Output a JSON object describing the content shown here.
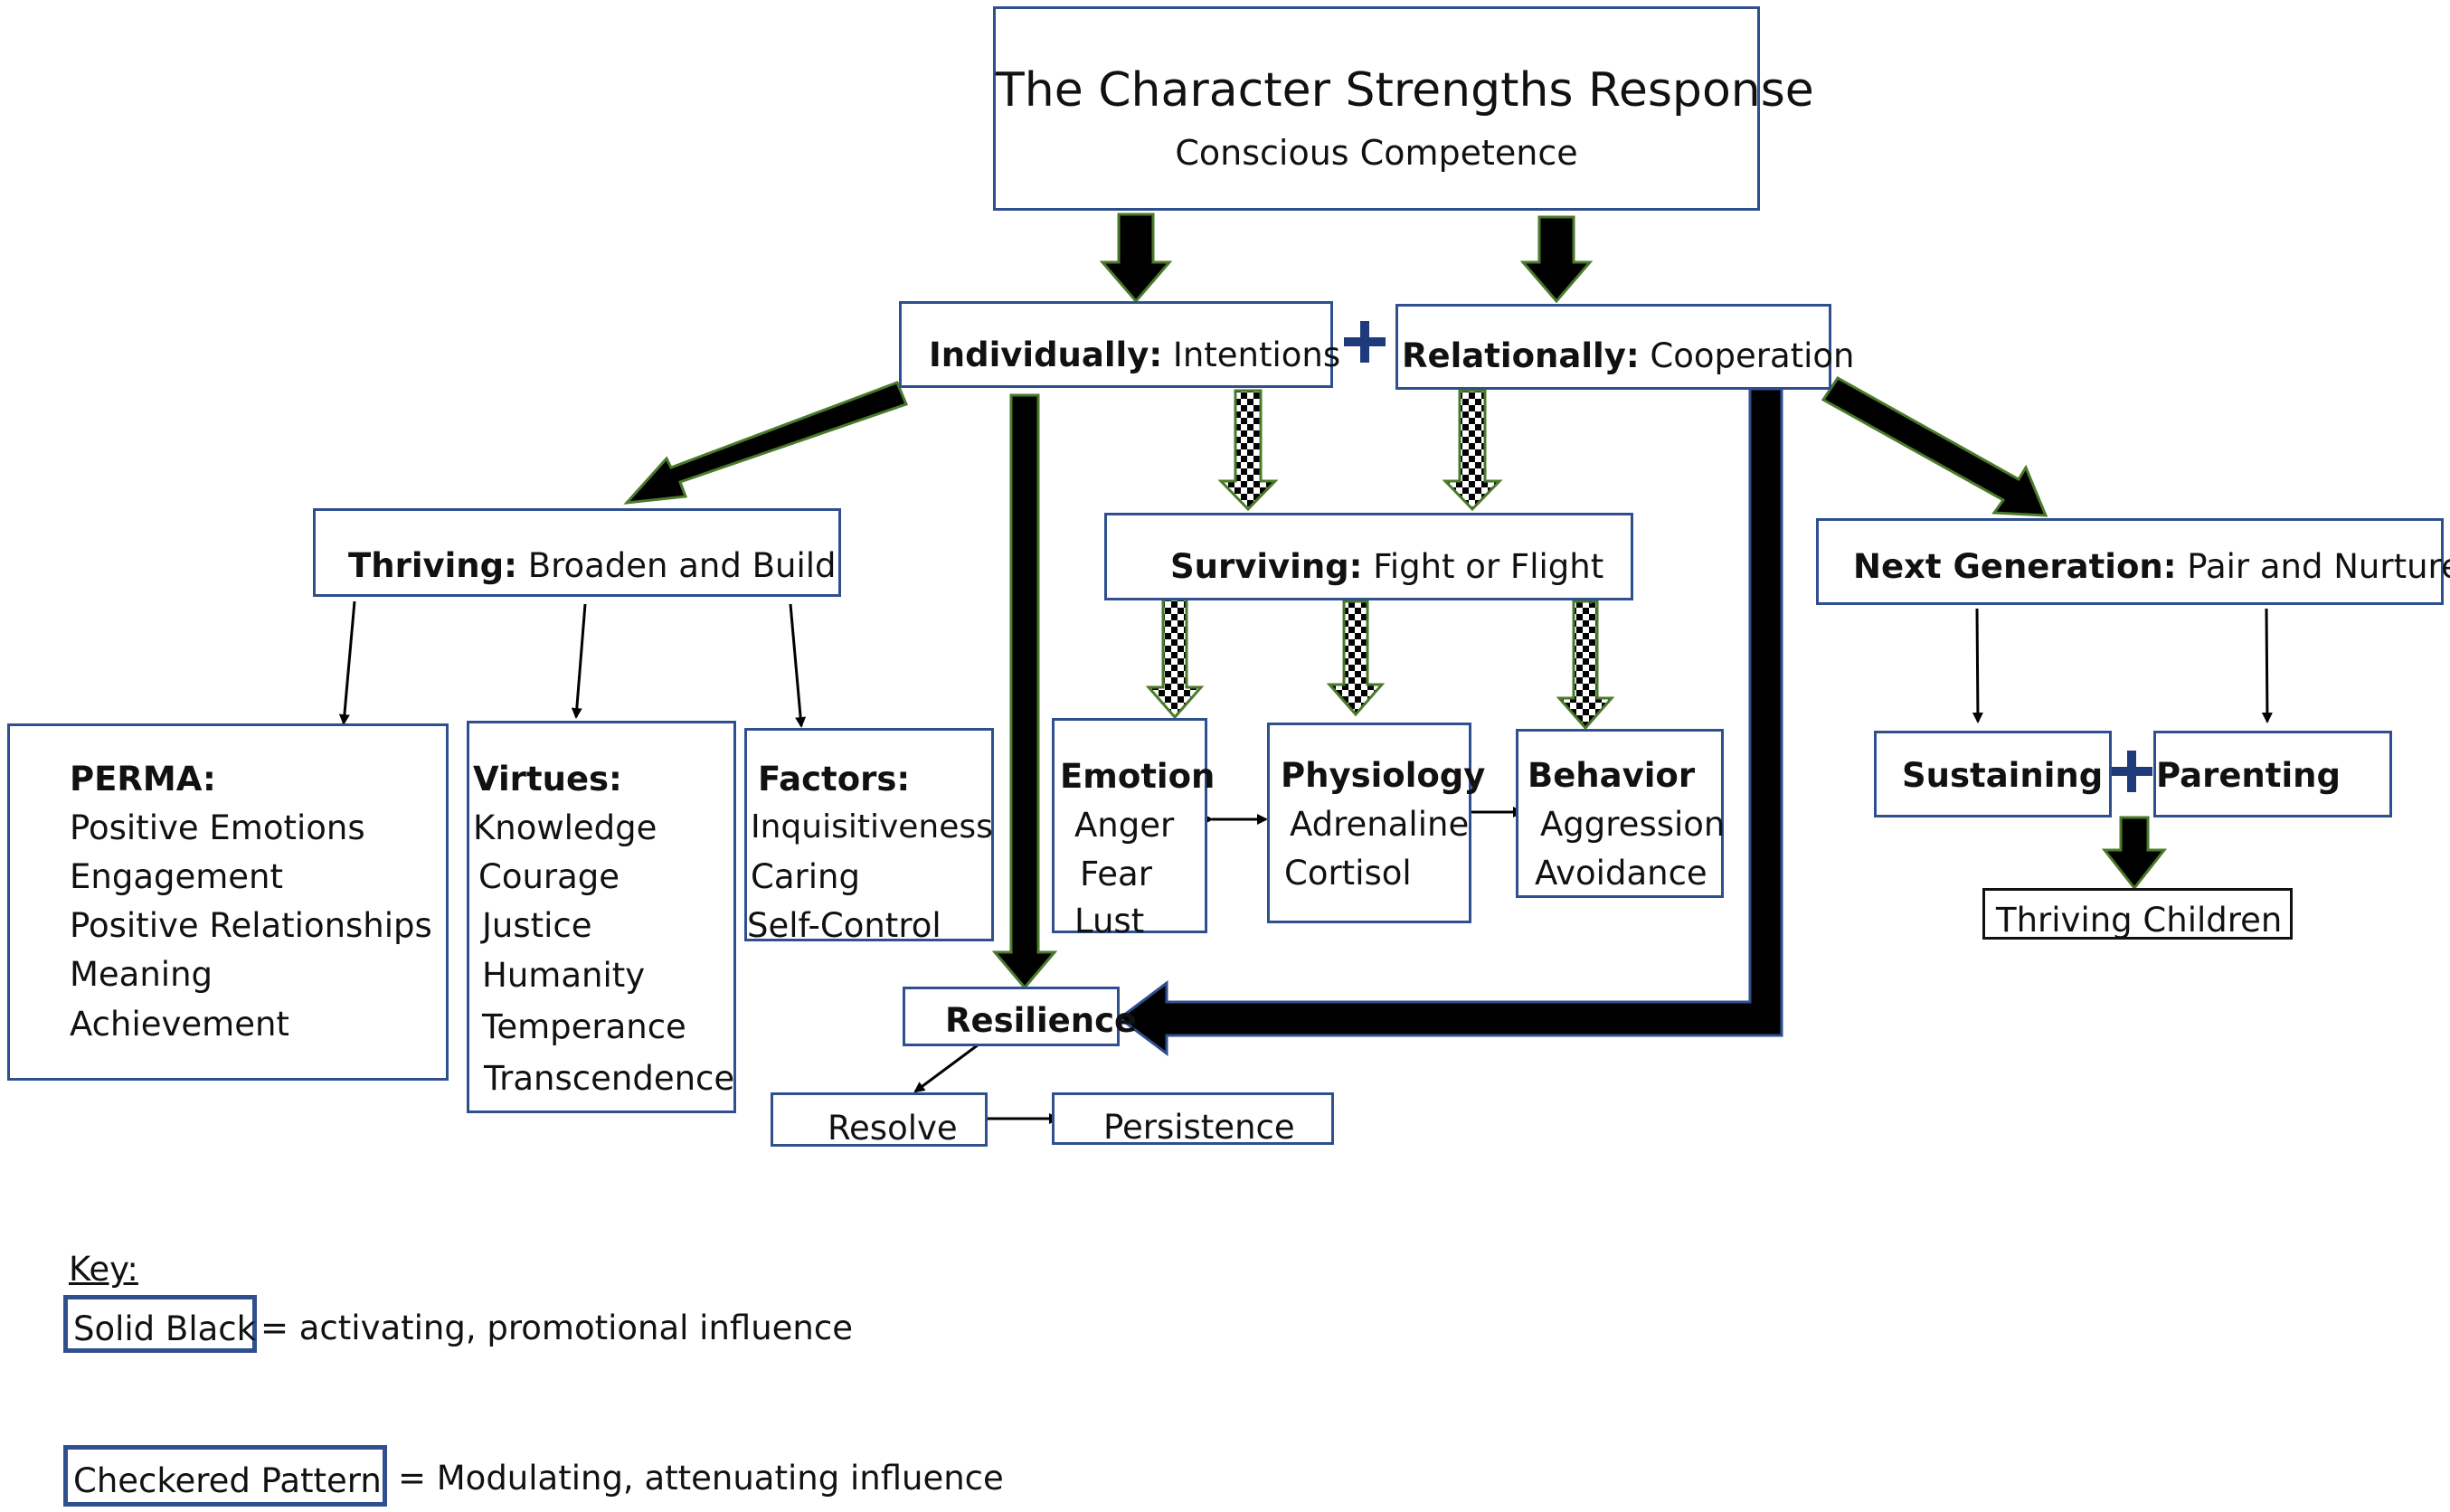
{
  "title": {
    "heading": "The Character Strengths Response",
    "subheading": "Conscious Competence"
  },
  "individually": {
    "bold": "Individually:",
    "text": " Intentions"
  },
  "relationally": {
    "bold": "Relationally:",
    "text": " Cooperation"
  },
  "thriving": {
    "bold": "Thriving:",
    "text": " Broaden and Build"
  },
  "surviving": {
    "bold": "Surviving:",
    "text": " Fight or Flight"
  },
  "next_generation": {
    "bold": "Next Generation:",
    "text": " Pair and Nurture"
  },
  "perma": {
    "heading": "PERMA:",
    "items": [
      "Positive Emotions",
      "Engagement",
      "Positive Relationships",
      "Meaning",
      "Achievement"
    ]
  },
  "virtues": {
    "heading": "Virtues:",
    "items": [
      "Knowledge",
      "Courage",
      "Justice",
      "Humanity",
      "Temperance",
      "Transcendence"
    ]
  },
  "factors": {
    "heading": "Factors:",
    "items": [
      "Inquisitiveness",
      "Caring",
      "Self-Control"
    ]
  },
  "emotion": {
    "heading": "Emotion",
    "items": [
      "Anger",
      "Fear",
      "Lust"
    ]
  },
  "physiology": {
    "heading": "Physiology",
    "items": [
      "Adrenaline",
      "Cortisol"
    ]
  },
  "behavior": {
    "heading": "Behavior",
    "items": [
      "Aggression",
      "Avoidance"
    ]
  },
  "sustaining": "Sustaining",
  "parenting": "Parenting",
  "thriving_children": "Thriving Children",
  "resilience": "Resilience",
  "resolve": "Resolve",
  "persistence": "Persistence",
  "key": {
    "title": "Key:",
    "solid_label": "Solid Black",
    "solid_desc": "= activating, promotional influence",
    "checkered_label": "Checkered Pattern",
    "checkered_desc": "= Modulating, attenuating influence"
  },
  "colors": {
    "box_border": "#2f4f8f",
    "arrow_fill": "#000000",
    "arrow_outline": "#4a7a2a",
    "plus_sign": "#1f3a7a"
  }
}
